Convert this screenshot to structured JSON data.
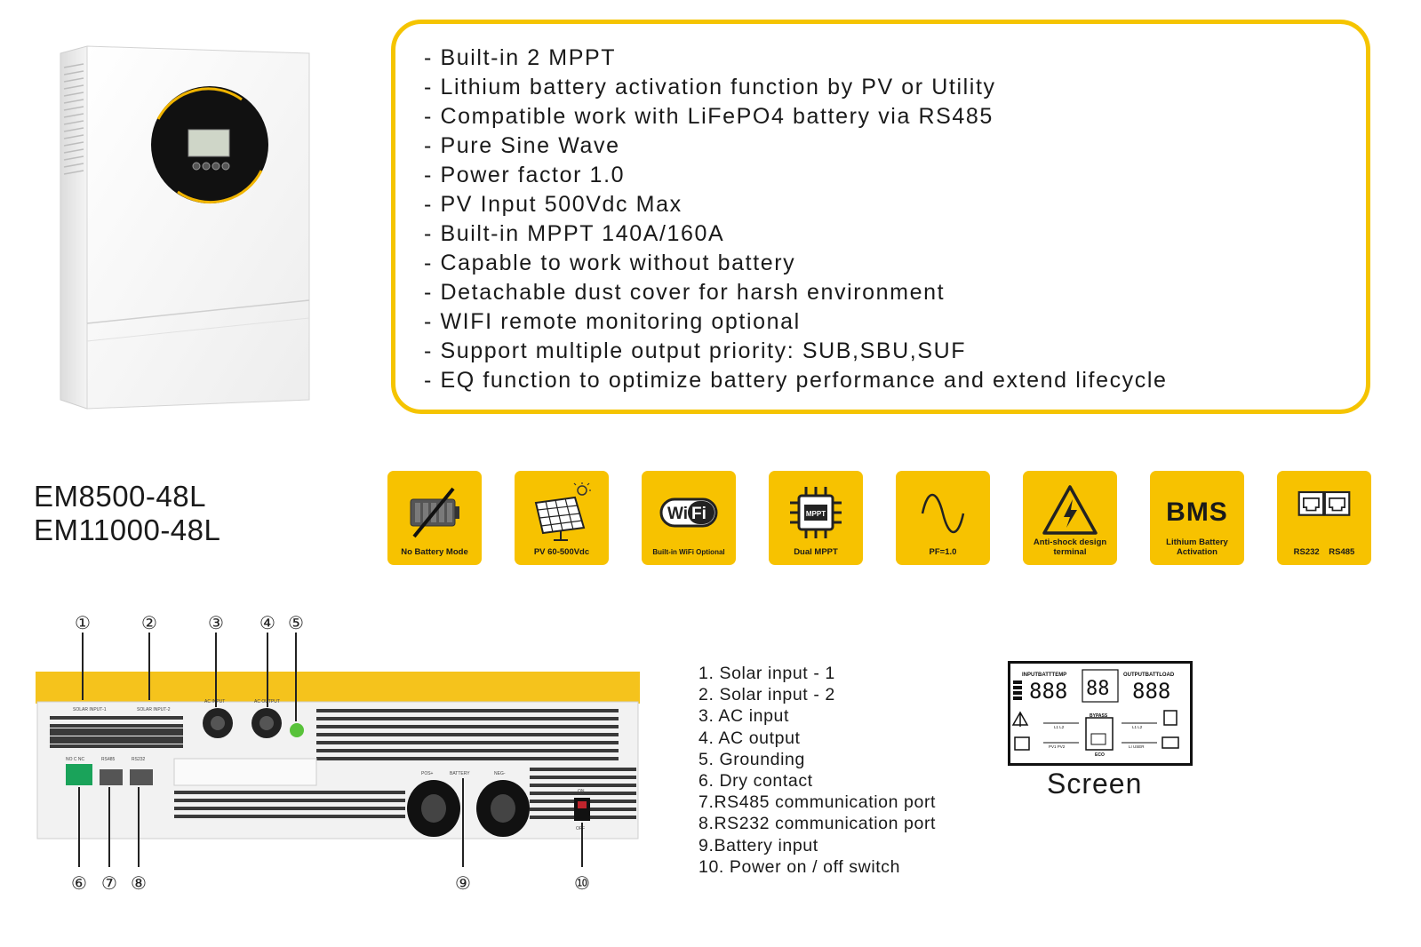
{
  "features": [
    "Built-in 2 MPPT",
    "Lithium battery activation function by PV or Utility",
    "Compatible work with LiFePO4 battery via RS485",
    "Pure Sine Wave",
    "Power factor 1.0",
    "PV Input 500Vdc Max",
    "Built-in MPPT 140A/160A",
    "Capable to work without battery",
    "Detachable dust cover for harsh environment",
    "WIFI remote monitoring optional",
    "Support multiple output priority: SUB,SBU,SUF",
    "EQ function to optimize battery performance and extend lifecycle"
  ],
  "models": [
    "EM8500-48L",
    "EM11000-48L"
  ],
  "icon_tiles": [
    {
      "label": "No Battery Mode",
      "icon": "no-battery-icon"
    },
    {
      "label": "PV 60-500Vdc",
      "icon": "solar-panel-icon"
    },
    {
      "label": "Built-in WiFi Optional",
      "icon": "wifi-icon",
      "icon_text": "WiFi"
    },
    {
      "label": "Dual MPPT",
      "icon": "chip-icon",
      "icon_text": "MPPT"
    },
    {
      "label": "PF=1.0",
      "icon": "sine-wave-icon"
    },
    {
      "label": "Anti-shock design terminal",
      "icon": "high-voltage-icon"
    },
    {
      "label": "Lithium Battery Activation",
      "icon": "bms-icon",
      "icon_text": "BMS"
    },
    {
      "label": "RS232    RS485",
      "icon": "network-port-icon"
    }
  ],
  "panel_callouts": {
    "top": [
      "①",
      "②",
      "③",
      "④",
      "⑤"
    ],
    "bottom": [
      "⑥",
      "⑦",
      "⑧",
      "⑨",
      "⑩"
    ]
  },
  "panel_labels": {
    "solar1": "SOLAR INPUT-1",
    "solar2": "SOLAR INPUT-2",
    "ac_input": "AC INPUT",
    "ac_output": "AC OUTPUT",
    "dry": "NO C NC",
    "rs485": "RS485",
    "rs232": "RS232",
    "battery": "BATTERY",
    "pos": "POS+",
    "neg": "NEG-",
    "on": "ON",
    "off": "OFF"
  },
  "ports": [
    "1. Solar input - 1",
    "2. Solar input - 2",
    "3. AC input",
    "4. AC output",
    "5. Grounding",
    "6. Dry contact",
    "7.RS485 communication port",
    "8.RS232 communication port",
    "9.Battery input",
    "10. Power on / off switch"
  ],
  "lcd": {
    "input_header": "INPUTBATTTEMP",
    "output_header": "OUTPUTBATTLOAD",
    "digits_left": "888",
    "digits_mid": "88",
    "digits_right": "888",
    "bypass": "BYPASS",
    "eco": "ECO",
    "l1l2": "L1 L2",
    "pv1pv2": "PV1 PV2",
    "l1l2_right": "L1 L2",
    "li_user": "LI USER"
  },
  "screen_label": "Screen",
  "colors": {
    "accent": "#f7c200",
    "border": "#f5c400",
    "text": "#1a1a1a"
  }
}
